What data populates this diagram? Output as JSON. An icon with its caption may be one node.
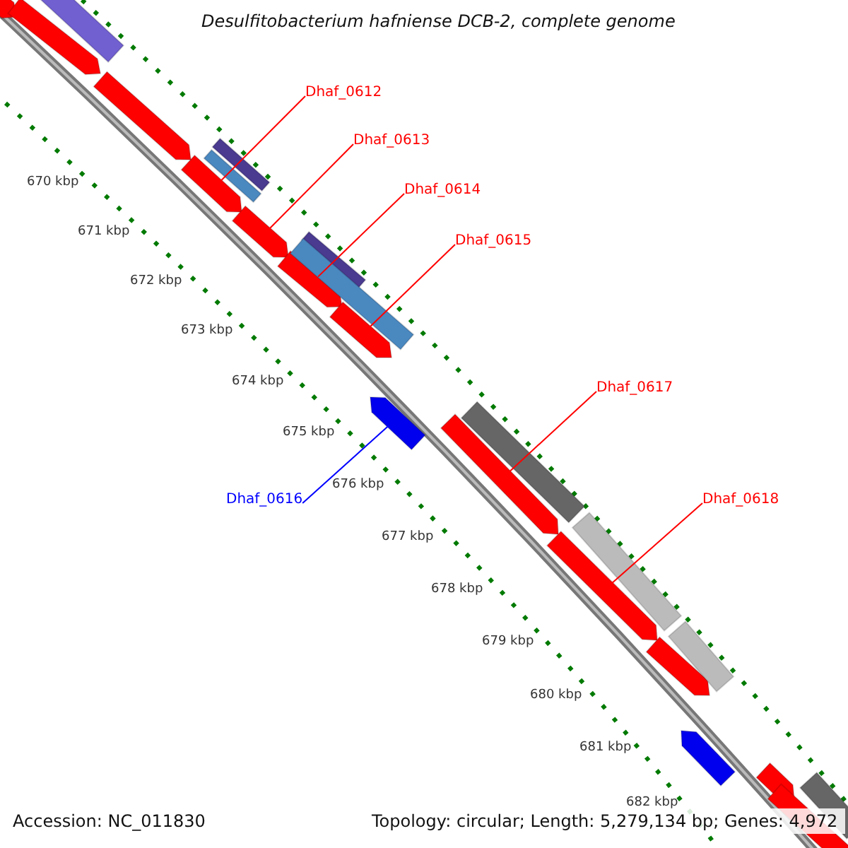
{
  "diagram": {
    "title": "Desulfitobacterium hafniense DCB-2, complete genome",
    "nodes": [
      {
        "text": [
          "Dhaf_0612"
        ]
      },
      {
        "text": [],
        "shape": "arrow"
      },
      {
        "text": [
          "Dhaf_0613"
        ]
      },
      {
        "text": [],
        "shape": "arrow"
      },
      {
        "text": [
          "Dhaf_0614"
        ]
      },
      {
        "text": [],
        "shape": "arrow"
      },
      {
        "text": [
          "Dhaf_0615"
        ]
      },
      {
        "text": [],
        "shape": "arrow"
      },
      {
        "text": [
          "Dhaf_0616"
        ]
      },
      {
        "text": [],
        "shape": "arrow"
      },
      {
        "text": [
          "Dhaf_0617"
        ]
      },
      {
        "text": [],
        "shape": "arrow"
      },
      {
        "text": [
          "Dhaf_0618"
        ]
      },
      {
        "text": [],
        "shape": "arrow"
      },
      {
        "text": [],
        "shape": "arrow"
      },
      {
        "text": [],
        "shape": "arrow"
      },
      {
        "text": [],
        "shape": "bar"
      },
      {
        "text": [],
        "shape": "arrow"
      },
      {
        "text": [],
        "shape": "bar"
      },
      {
        "text": [],
        "shape": "bar"
      },
      {
        "text": [],
        "shape": "bar"
      },
      {
        "text": [],
        "shape": "bar"
      },
      {
        "text": [],
        "shape": "bar"
      },
      {
        "text": [],
        "shape": "bar"
      },
      {
        "text": [],
        "shape": "arrow"
      },
      {
        "text": [],
        "shape": "bar"
      },
      {
        "text": [],
        "shape": "arrow"
      },
      {
        "text": [],
        "shape": "arrow"
      },
      {
        "text": [],
        "shape": "arrow"
      },
      {
        "text": [],
        "shape": "bar"
      }
    ],
    "edges": [
      {
        "from": 0,
        "to": 1,
        "arrow": "none"
      },
      {
        "from": 2,
        "to": 3,
        "arrow": "none"
      },
      {
        "from": 4,
        "to": 5,
        "arrow": "none"
      },
      {
        "from": 6,
        "to": 7,
        "arrow": "none"
      },
      {
        "from": 8,
        "to": 9,
        "arrow": "none",
        "color": "#0000ff"
      },
      {
        "from": 10,
        "to": 11,
        "arrow": "none"
      },
      {
        "from": 12,
        "to": 13,
        "arrow": "none"
      }
    ],
    "labels": [
      "670 kbp",
      "671 kbp",
      "672 kbp",
      "673 kbp",
      "674 kbp",
      "675 kbp",
      "676 kbp",
      "677 kbp",
      "678 kbp",
      "679 kbp",
      "680 kbp",
      "681 kbp",
      "682 kbp",
      "Accession: NC_011830",
      "Topology: circular; Length: 5,279,134 bp; Genes: 4,972"
    ]
  }
}
